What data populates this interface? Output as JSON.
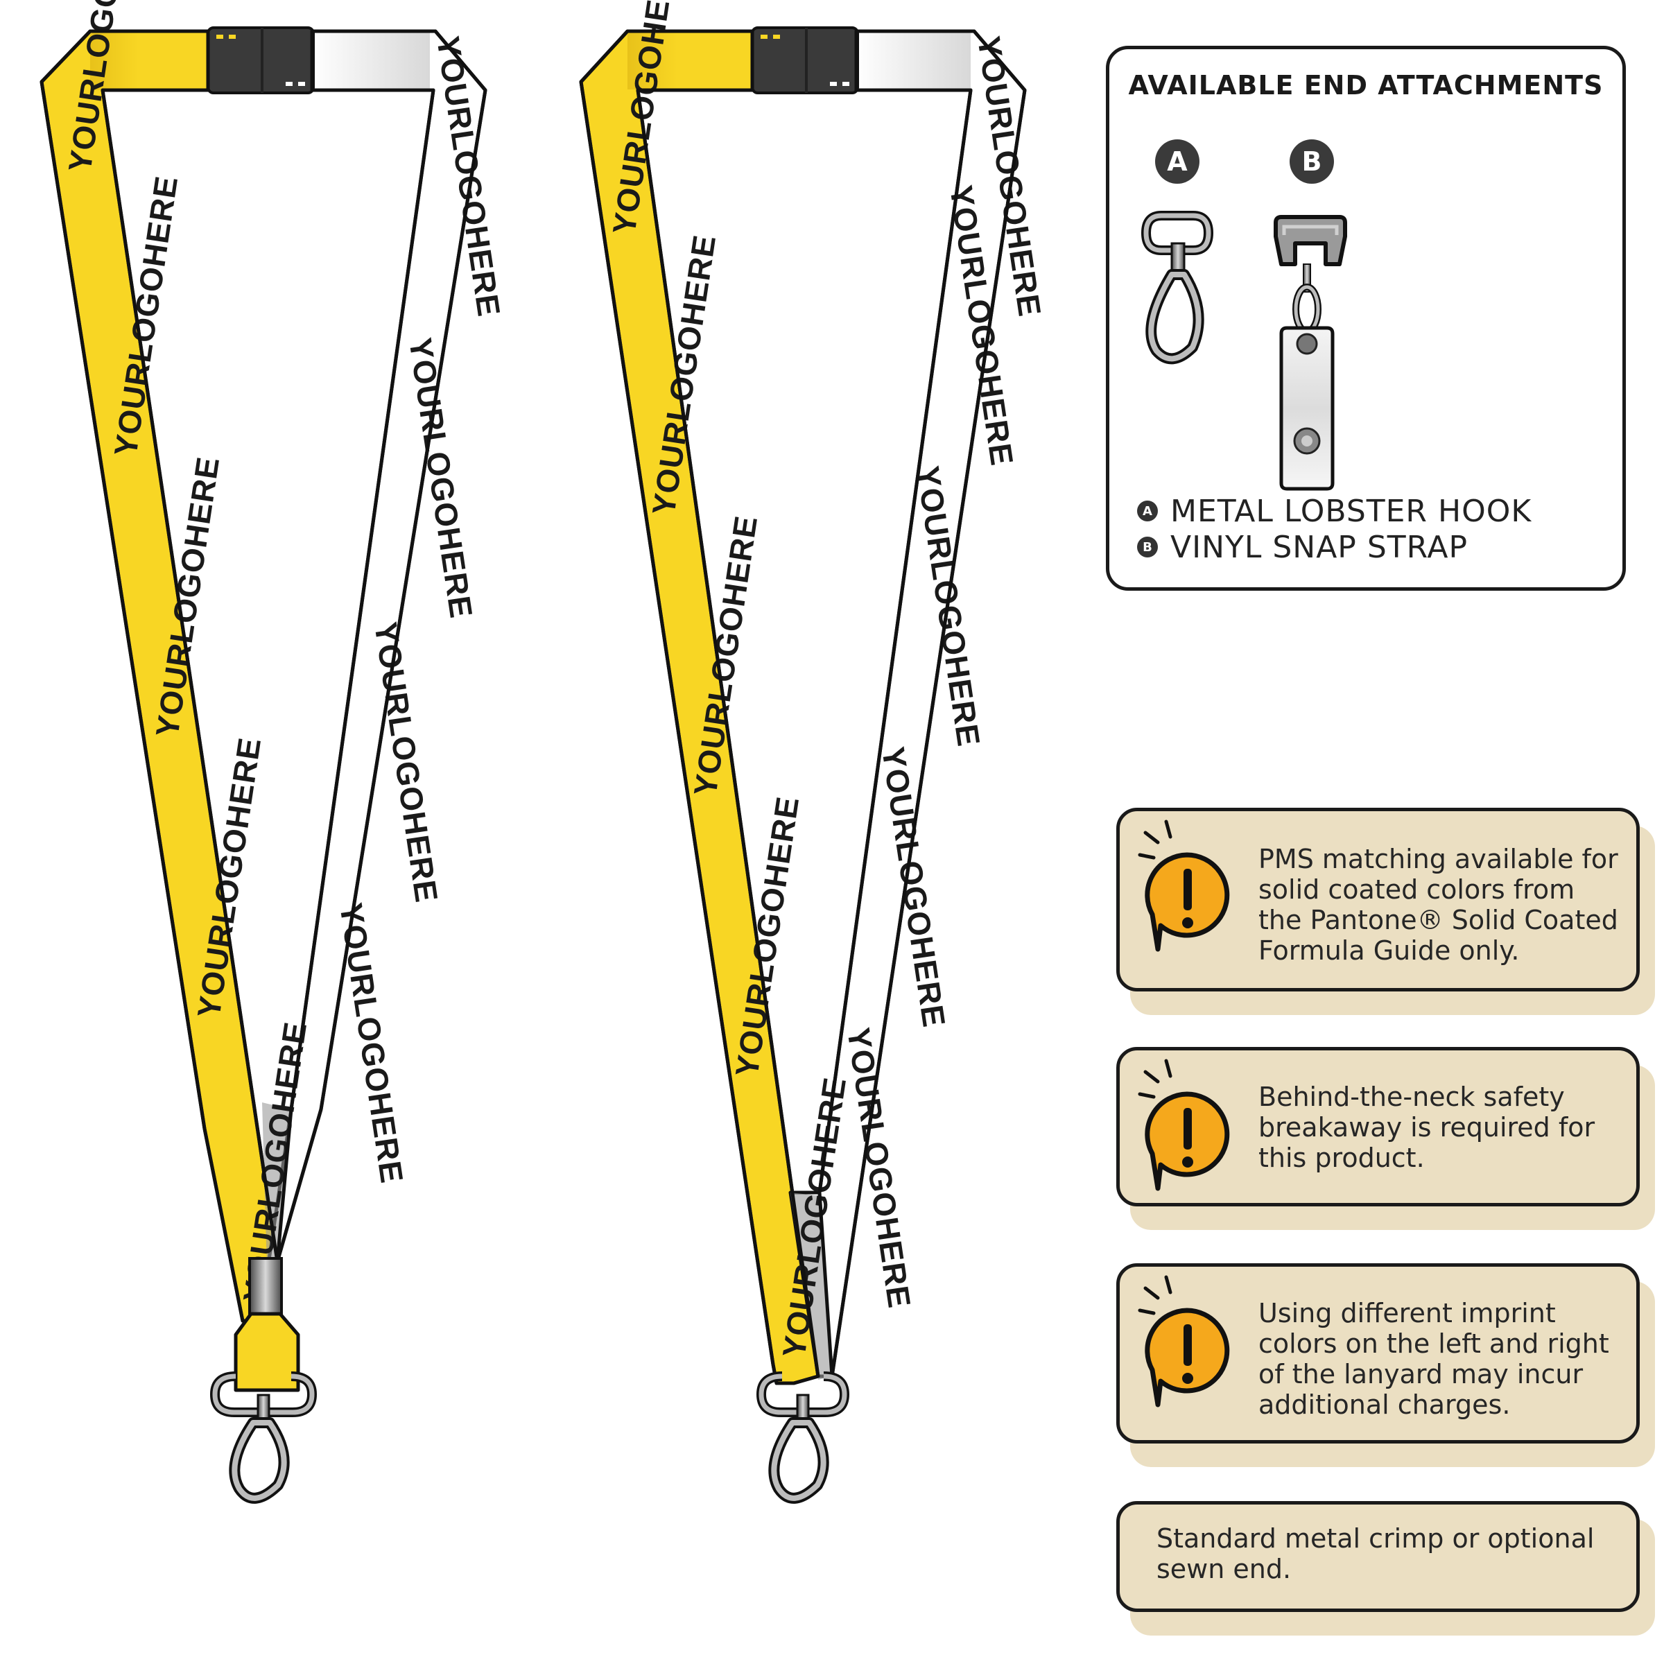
{
  "lanyard": {
    "logo_text": "YOURLOGOHERE",
    "primary_color": "#f8d624",
    "secondary_color": "#ffffff",
    "variants": [
      "Metal Lobster Hook",
      "Vinyl Snap Strap"
    ]
  },
  "attachments": {
    "title": "AVAILABLE END ATTACHMENTS",
    "items": [
      {
        "badge": "A",
        "label": "METAL LOBSTER HOOK",
        "icon": "lobster-hook-icon"
      },
      {
        "badge": "B",
        "label": "VINYL SNAP STRAP",
        "icon": "snap-strap-icon"
      }
    ]
  },
  "notes": [
    {
      "text": "PMS matching available for solid coated colors from the Pantone® Solid Coated Formula Guide only.",
      "icon": "warning-bubble-icon"
    },
    {
      "text": "Behind-the-neck safety breakaway is required for this product.",
      "icon": "warning-bubble-icon"
    },
    {
      "text": "Using different imprint colors on the left and right of the lanyard may incur additional charges.",
      "icon": "warning-bubble-icon"
    },
    {
      "text": "Standard metal crimp or optional sewn end."
    }
  ],
  "colors": {
    "note_background": "#ebdfc2",
    "warning_icon": "#f5a81c",
    "outline": "#1a1a1a"
  }
}
